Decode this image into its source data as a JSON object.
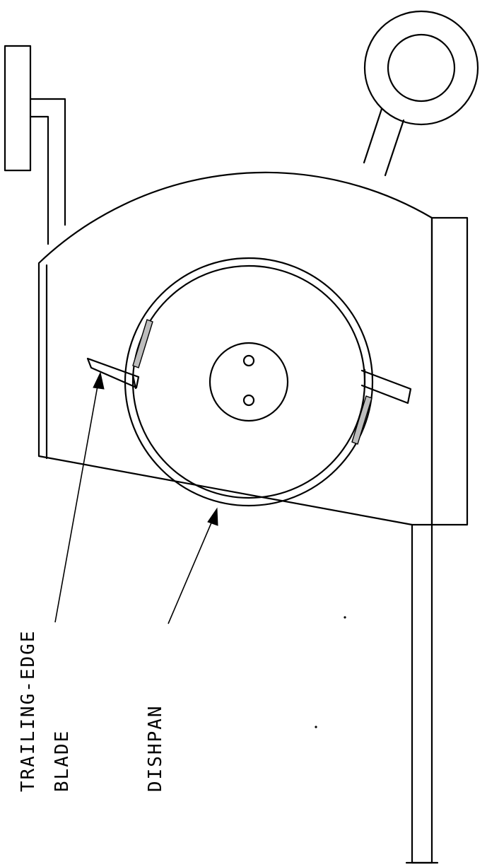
{
  "labels": {
    "blade_line1": "TRAILING-EDGE",
    "blade_line2": "BLADE",
    "dishpan": "DISHPAN"
  },
  "colors": {
    "ink": "#000000",
    "paper": "#ffffff"
  }
}
